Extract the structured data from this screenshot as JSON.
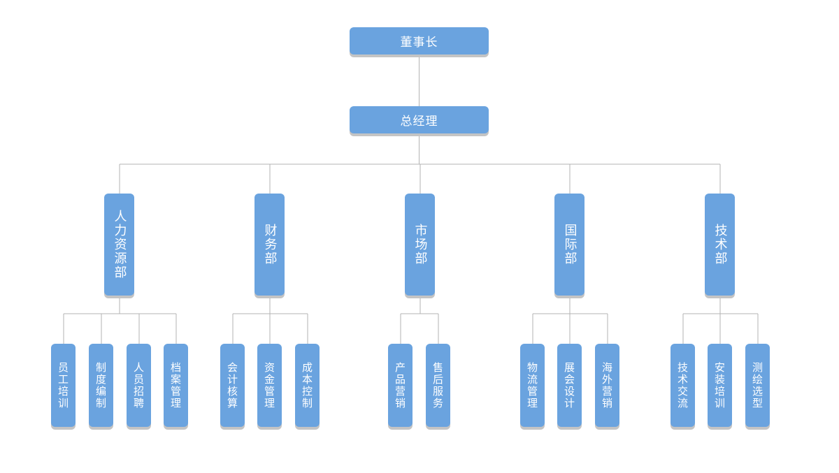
{
  "colors": {
    "box": "#6aa3df",
    "shadow": "#c4c4c4",
    "line": "#b3b3b3",
    "text": "#ffffff"
  },
  "chairman": "董事长",
  "gm": "总经理",
  "departments": [
    {
      "name": "人力资源部",
      "subs": [
        "员工培训",
        "制度编制",
        "人员招聘",
        "档案管理"
      ]
    },
    {
      "name": "财务部",
      "subs": [
        "会计核算",
        "资金管理",
        "成本控制"
      ]
    },
    {
      "name": "市场部",
      "subs": [
        "产品营销",
        "售后服务"
      ]
    },
    {
      "name": "国际部",
      "subs": [
        "物流管理",
        "展会设计",
        "海外营销"
      ]
    },
    {
      "name": "技术部",
      "subs": [
        "技术交流",
        "安装培训",
        "测绘选型"
      ]
    }
  ]
}
